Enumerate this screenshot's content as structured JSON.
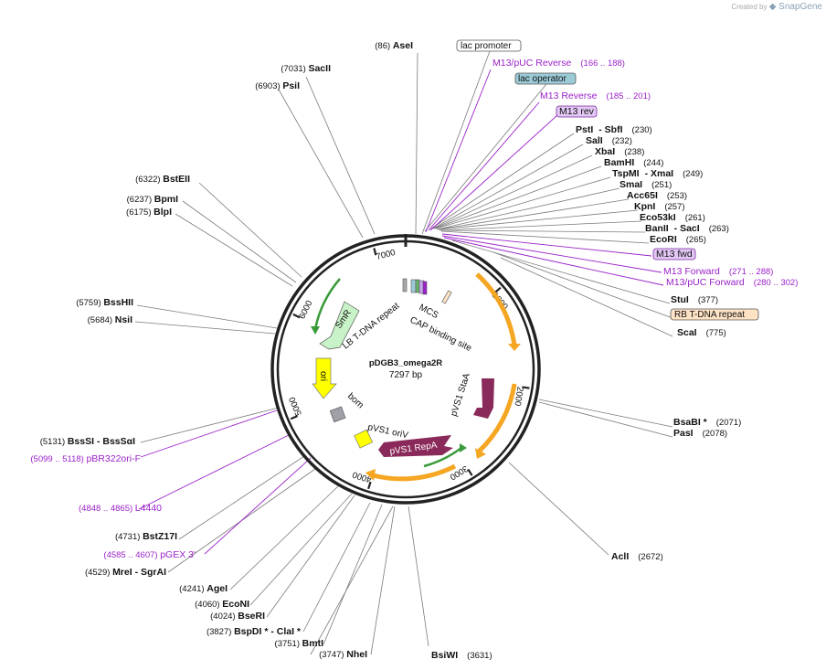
{
  "credit": {
    "prefix": "Created by",
    "brand": "SnapGene"
  },
  "plasmid": {
    "name": "pDGB3_omega2R",
    "length": "7297 bp"
  },
  "ticks": [
    "1000",
    "2000",
    "3000",
    "4000",
    "5000",
    "6000",
    "7000"
  ],
  "enzymes_right": [
    {
      "name": "PstI",
      "name2": "SbfI",
      "pos": "(230)"
    },
    {
      "name": "SalI",
      "name2": "",
      "pos": "(232)"
    },
    {
      "name": "XbaI",
      "name2": "",
      "pos": "(238)"
    },
    {
      "name": "BamHI",
      "name2": "",
      "pos": "(244)"
    },
    {
      "name": "TspMI",
      "name2": "XmaI",
      "pos": "(249)"
    },
    {
      "name": "SmaI",
      "name2": "",
      "pos": "(251)"
    },
    {
      "name": "Acc65I",
      "name2": "",
      "pos": "(253)"
    },
    {
      "name": "KpnI",
      "name2": "",
      "pos": "(257)"
    },
    {
      "name": "Eco53kI",
      "name2": "",
      "pos": "(261)"
    },
    {
      "name": "BanII",
      "name2": "SacI",
      "pos": "(263)"
    },
    {
      "name": "EcoRI",
      "name2": "",
      "pos": "(265)"
    },
    {
      "name": "StuI",
      "name2": "",
      "pos": "(377)"
    },
    {
      "name": "ScaI",
      "name2": "",
      "pos": "(775)"
    },
    {
      "name": "BsaBI *",
      "name2": "",
      "pos": "(2071)"
    },
    {
      "name": "PasI",
      "name2": "",
      "pos": "(2078)"
    },
    {
      "name": "AclI",
      "name2": "",
      "pos": "(2672)"
    },
    {
      "name": "BsiWI",
      "name2": "",
      "pos": "(3631)"
    }
  ],
  "enzymes_left": [
    {
      "name": "AseI",
      "name2": "",
      "pos": "(86)"
    },
    {
      "name": "SacII",
      "name2": "",
      "pos": "(7031)"
    },
    {
      "name": "PsiI",
      "name2": "",
      "pos": "(6903)"
    },
    {
      "name": "BstEII",
      "name2": "",
      "pos": "(6322)"
    },
    {
      "name": "BpmI",
      "name2": "",
      "pos": "(6237)"
    },
    {
      "name": "BlpI",
      "name2": "",
      "pos": "(6175)"
    },
    {
      "name": "BssHII",
      "name2": "",
      "pos": "(5759)"
    },
    {
      "name": "NsiI",
      "name2": "",
      "pos": "(5684)"
    },
    {
      "name": "BssSI",
      "name2": "BssSαI",
      "pos": "(5131)"
    },
    {
      "name": "BstZ17I",
      "name2": "",
      "pos": "(4731)"
    },
    {
      "name": "MreI",
      "name2": "SgrAI",
      "pos": "(4529)"
    },
    {
      "name": "AgeI",
      "name2": "",
      "pos": "(4241)"
    },
    {
      "name": "EcoNI",
      "name2": "",
      "pos": "(4060)"
    },
    {
      "name": "BseRI",
      "name2": "",
      "pos": "(4024)"
    },
    {
      "name": "BspDI *",
      "name2": "ClaI *",
      "pos": "(3827)"
    },
    {
      "name": "BmtI",
      "name2": "",
      "pos": "(3751)"
    },
    {
      "name": "NheI",
      "name2": "",
      "pos": "(3747)"
    }
  ],
  "primers": [
    {
      "name": "M13/pUC Reverse",
      "range": "(166 .. 188)"
    },
    {
      "name": "M13 Reverse",
      "range": "(185 .. 201)"
    },
    {
      "name": "M13 rev",
      "range": ""
    },
    {
      "name": "M13 fwd",
      "range": ""
    },
    {
      "name": "M13 Forward",
      "range": "(271 .. 288)"
    },
    {
      "name": "M13/pUC Forward",
      "range": "(280 .. 302)"
    },
    {
      "name": "pBR322ori-F",
      "range": "(5099 .. 5118)"
    },
    {
      "name": "L4440",
      "range": "(4848 .. 4865)"
    },
    {
      "name": "pGEX 3'",
      "range": "(4585 .. 4607)"
    }
  ],
  "boxed_features": [
    "lac promoter",
    "lac operator",
    "RB T-DNA repeat"
  ],
  "inner_features": [
    "SmR",
    "LB T-DNA repeat",
    "MCS",
    "CAP binding site",
    "ori",
    "bom",
    "pVS1 oriV",
    "pVS1 StaA",
    "pVS1 RepA"
  ],
  "colors": {
    "primer": "#9b22c8",
    "line": "#7a7a7a",
    "smr": "#c8f2c8",
    "ori": "#ffff00",
    "pvs1": "#8a2a5a",
    "orange": "#f5a623",
    "green": "#3a9a3a",
    "operator": "#9ccbd8",
    "rb": "#fde2c4"
  }
}
